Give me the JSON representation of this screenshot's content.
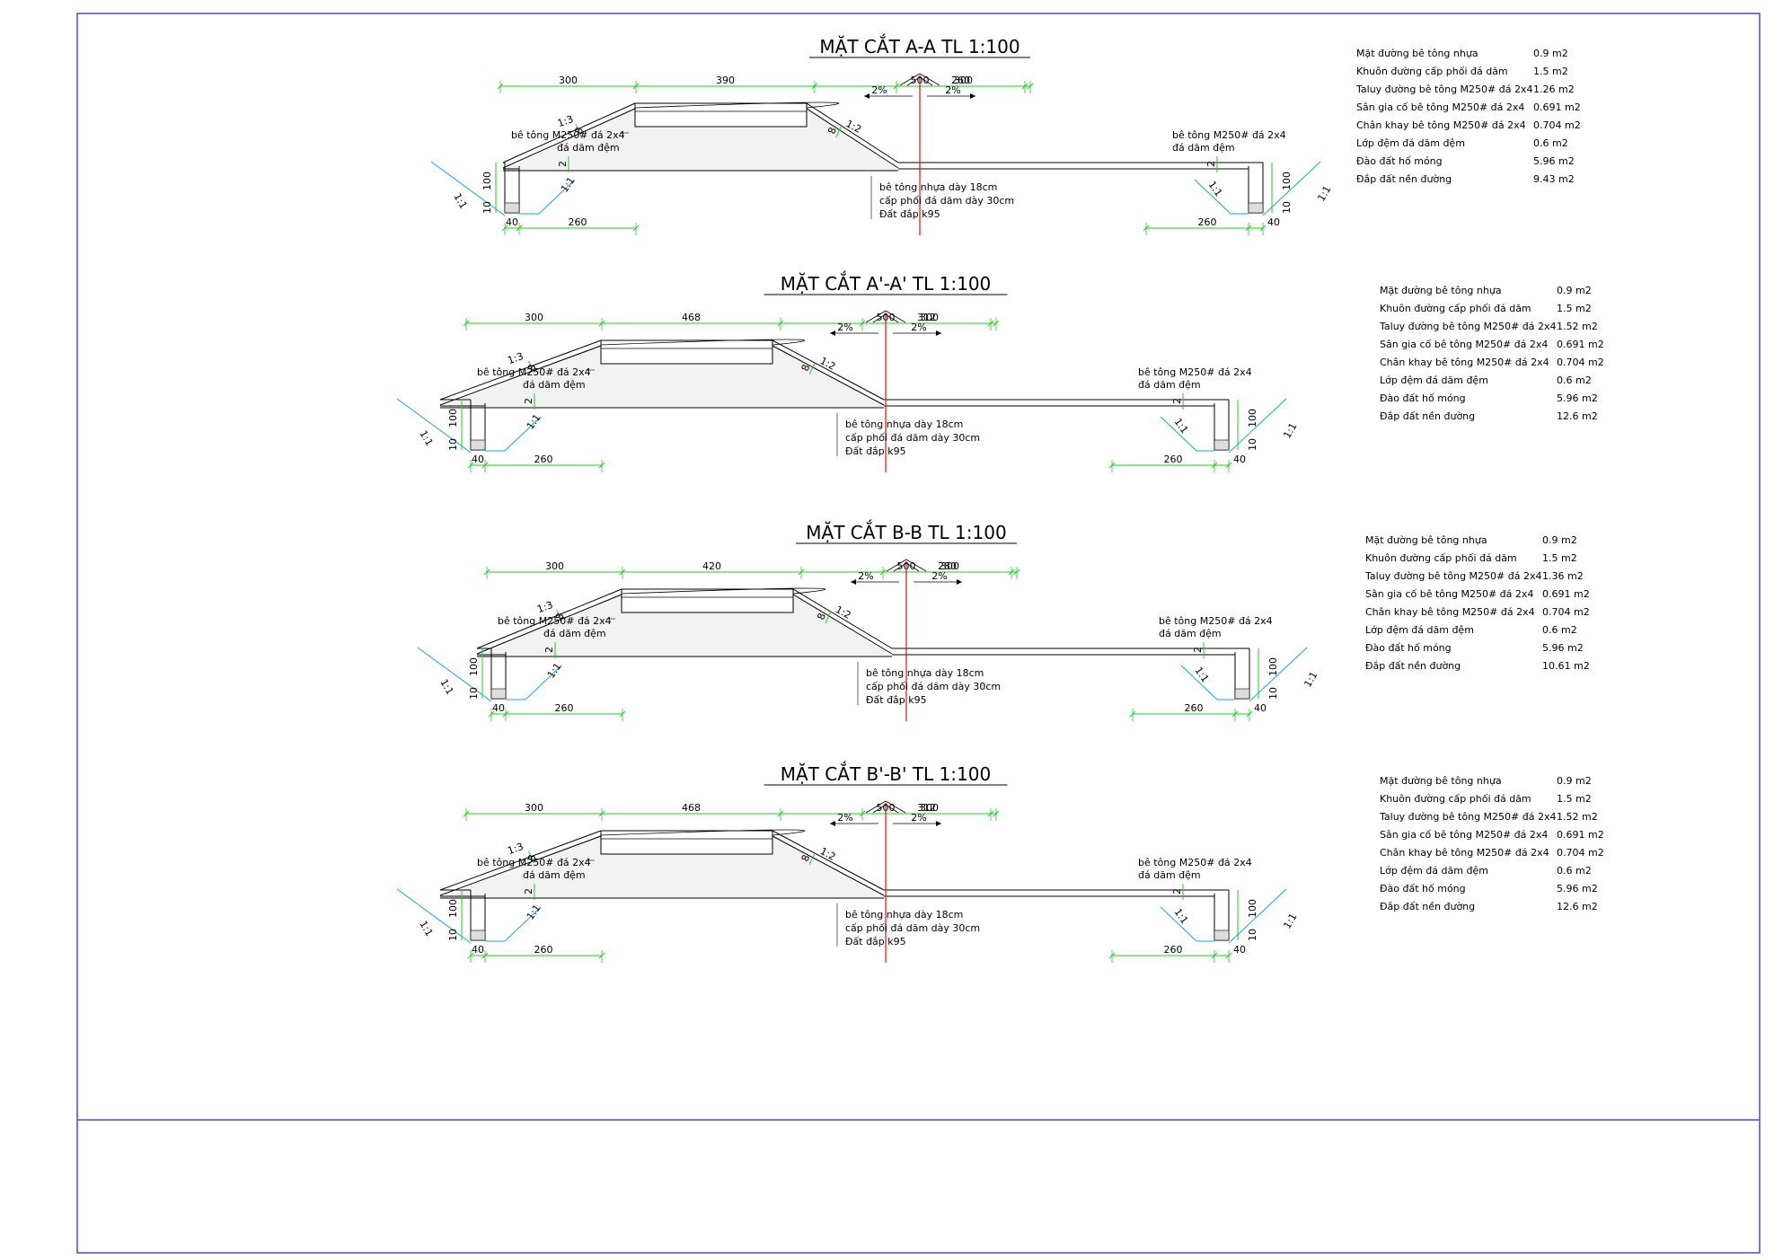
{
  "sections": [
    {
      "title": "MẶT CẮT A-A TL 1:100",
      "dims_top": [
        "300",
        "390",
        "500",
        "260",
        "300"
      ],
      "dims_bottom_left": [
        "40",
        "260"
      ],
      "dims_bottom_right": [
        "260",
        "40"
      ],
      "ditch_height": "100",
      "ditch_bottom": "10",
      "crossfall_left": "2%",
      "crossfall_right": "2%",
      "slope_left": "1:3",
      "slope_right": "1:2",
      "slope_small": "1:1",
      "apron_slope": "1:1",
      "embankment_thk": "8",
      "apron_thk": "2",
      "left_notes": [
        "bê tông M250# đá 2x4",
        "đá dăm đệm"
      ],
      "right_notes": [
        "bê tông M250# đá 2x4",
        "đá dăm đệm"
      ],
      "layer_notes": [
        "bê tông nhựa dày 18cm",
        "cấp phối đá dăm dày 30cm",
        "Đất đắp k95"
      ],
      "quantities": [
        {
          "name": "Mặt đường bê tông nhựa",
          "value": "0.9 m2"
        },
        {
          "name": "Khuôn đường cấp phối đá dăm",
          "value": "1.5 m2"
        },
        {
          "name": "Taluy đường bê tông M250# đá 2x4",
          "value": "1.26 m2"
        },
        {
          "name": "Sân gia cố bê tông M250# đá 2x4",
          "value": "0.691 m2"
        },
        {
          "name": "Chân khay bê tông M250# đá 2x4",
          "value": "0.704 m2"
        },
        {
          "name": "Lớp đệm đá dăm đệm",
          "value": "0.6 m2"
        },
        {
          "name": "Đào đất hố móng",
          "value": "5.96 m2"
        },
        {
          "name": "Đắp đất nền đường",
          "value": "9.43 m2"
        }
      ]
    },
    {
      "title": "MẶT CẮT A'-A' TL 1:100",
      "dims_top": [
        "300",
        "468",
        "500",
        "312",
        "300"
      ],
      "dims_bottom_left": [
        "40",
        "260"
      ],
      "dims_bottom_right": [
        "260",
        "40"
      ],
      "ditch_height": "100",
      "ditch_bottom": "10",
      "crossfall_left": "2%",
      "crossfall_right": "2%",
      "slope_left": "1:3",
      "slope_right": "1:2",
      "slope_small": "1:1",
      "apron_slope": "1:1",
      "embankment_thk": "8",
      "apron_thk": "2",
      "left_notes": [
        "bê tông M250# đá 2x4",
        "đá dăm đệm"
      ],
      "right_notes": [
        "bê tông M250# đá 2x4",
        "đá dăm đệm"
      ],
      "layer_notes": [
        "bê tông nhựa dày 18cm",
        "cấp phối đá dăm dày 30cm",
        "Đất đắp k95"
      ],
      "quantities": [
        {
          "name": "Mặt đường bê tông nhựa",
          "value": "0.9 m2"
        },
        {
          "name": "Khuôn đường cấp phối đá dăm",
          "value": "1.5 m2"
        },
        {
          "name": "Taluy đường bê tông M250# đá 2x4",
          "value": "1.52 m2"
        },
        {
          "name": "Sân gia cố bê tông M250# đá 2x4",
          "value": "0.691 m2"
        },
        {
          "name": "Chân khay bê tông M250# đá 2x4",
          "value": "0.704 m2"
        },
        {
          "name": "Lớp đệm đá dăm đệm",
          "value": "0.6 m2"
        },
        {
          "name": "Đào đất hố móng",
          "value": "5.96 m2"
        },
        {
          "name": "Đắp đất nền đường",
          "value": "12.6 m2"
        }
      ]
    },
    {
      "title": "MẶT CẮT B-B TL 1:100",
      "dims_top": [
        "300",
        "420",
        "500",
        "280",
        "300"
      ],
      "dims_bottom_left": [
        "40",
        "260"
      ],
      "dims_bottom_right": [
        "260",
        "40"
      ],
      "ditch_height": "100",
      "ditch_bottom": "10",
      "crossfall_left": "2%",
      "crossfall_right": "2%",
      "slope_left": "1:3",
      "slope_right": "1:2",
      "slope_small": "1:1",
      "apron_slope": "1:1",
      "embankment_thk": "8",
      "apron_thk": "2",
      "left_notes": [
        "bê tông M250# đá 2x4",
        "đá dăm đệm"
      ],
      "right_notes": [
        "bê tông M250# đá 2x4",
        "đá dăm đệm"
      ],
      "layer_notes": [
        "bê tông nhựa dày 18cm",
        "cấp phối đá dăm dày 30cm",
        "Đất đắp k95"
      ],
      "quantities": [
        {
          "name": "Mặt đường bê tông nhựa",
          "value": "0.9 m2"
        },
        {
          "name": "Khuôn đường cấp phối đá dăm",
          "value": "1.5 m2"
        },
        {
          "name": "Taluy đường bê tông M250# đá 2x4",
          "value": "1.36 m2"
        },
        {
          "name": "Sân gia cố bê tông M250# đá 2x4",
          "value": "0.691 m2"
        },
        {
          "name": "Chân khay bê tông M250# đá 2x4",
          "value": "0.704 m2"
        },
        {
          "name": "Lớp đệm đá dăm đệm",
          "value": "0.6 m2"
        },
        {
          "name": "Đào đất hố móng",
          "value": "5.96 m2"
        },
        {
          "name": "Đắp đất nền đường",
          "value": "10.61 m2"
        }
      ]
    },
    {
      "title": "MẶT CẮT B'-B' TL 1:100",
      "dims_top": [
        "300",
        "468",
        "500",
        "312",
        "300"
      ],
      "dims_bottom_left": [
        "40",
        "260"
      ],
      "dims_bottom_right": [
        "260",
        "40"
      ],
      "ditch_height": "100",
      "ditch_bottom": "10",
      "crossfall_left": "2%",
      "crossfall_right": "2%",
      "slope_left": "1:3",
      "slope_right": "1:2",
      "slope_small": "1:1",
      "apron_slope": "1:1",
      "embankment_thk": "8",
      "apron_thk": "2",
      "left_notes": [
        "bê tông M250# đá 2x4",
        "đá dăm đệm"
      ],
      "right_notes": [
        "bê tông M250# đá 2x4",
        "đá dăm đệm"
      ],
      "layer_notes": [
        "bê tông nhựa dày 18cm",
        "cấp phối đá dăm dày 30cm",
        "Đất đắp k95"
      ],
      "quantities": [
        {
          "name": "Mặt đường bê tông nhựa",
          "value": "0.9 m2"
        },
        {
          "name": "Khuôn đường cấp phối đá dăm",
          "value": "1.5 m2"
        },
        {
          "name": "Taluy đường bê tông M250# đá 2x4",
          "value": "1.52 m2"
        },
        {
          "name": "Sân gia cố bê tông M250# đá 2x4",
          "value": "0.691 m2"
        },
        {
          "name": "Chân khay bê tông M250# đá 2x4",
          "value": "0.704 m2"
        },
        {
          "name": "Lớp đệm đá dăm đệm",
          "value": "0.6 m2"
        },
        {
          "name": "Đào đất hố móng",
          "value": "5.96 m2"
        },
        {
          "name": "Đắp đất nền đường",
          "value": "12.6 m2"
        }
      ]
    }
  ],
  "colors": {
    "frame": "#4a4ac8",
    "dimension": "#22cc22",
    "centerline": "#e01010",
    "ditch_line": "#19a0e6",
    "ink": "#000000"
  }
}
